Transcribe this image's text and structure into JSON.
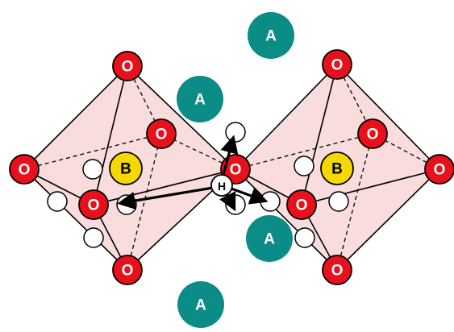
{
  "colors": {
    "oxygen": "#e8101a",
    "a_cation": "#0c8c86",
    "b_cation": "#f5d800",
    "hydrogen": "#ffffff",
    "octahedron_face": "#f7d2d2"
  },
  "labels": {
    "oxygen": "O",
    "a_cation": "A",
    "b_cation": "B",
    "hydrogen": "H"
  }
}
